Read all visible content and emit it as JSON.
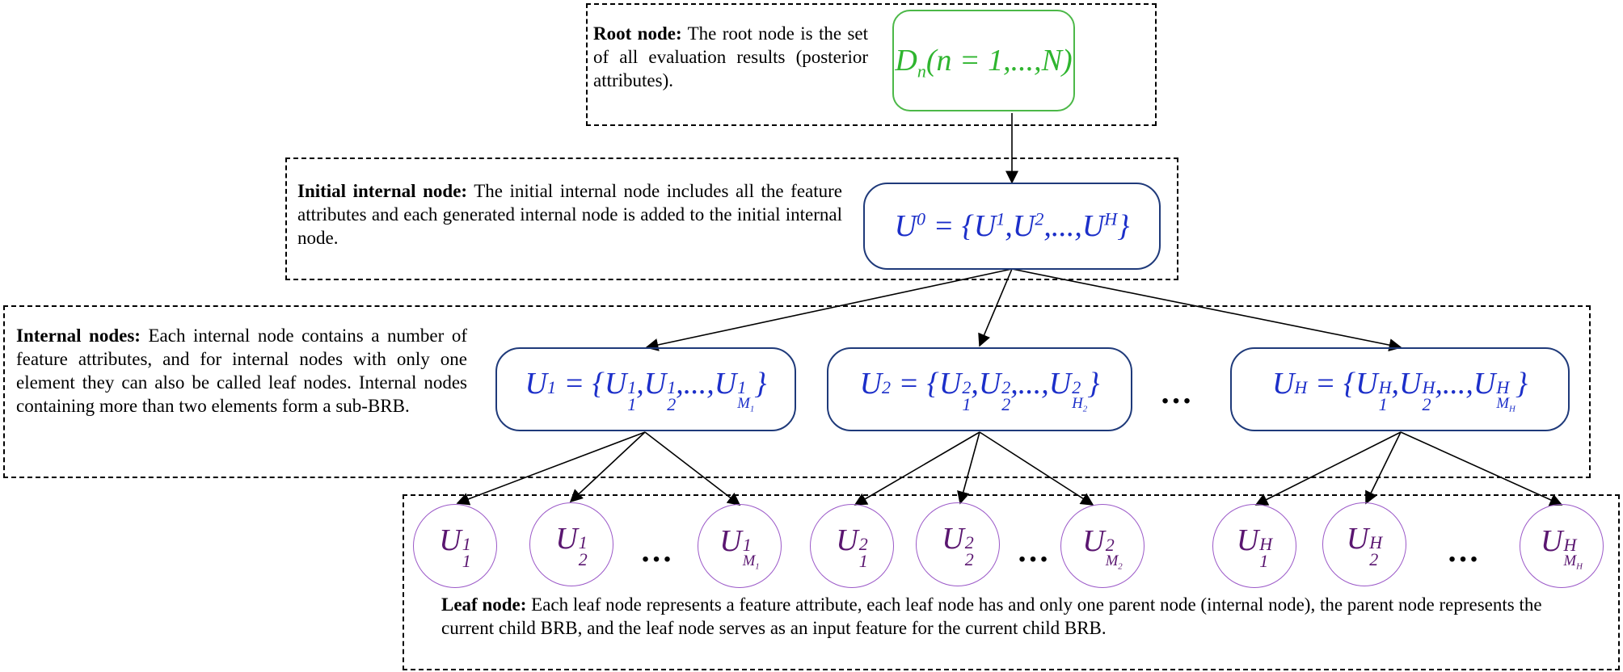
{
  "root": {
    "desc_bold": "Root node:",
    "desc_text": " The root node is the set of all evaluation results (posterior attributes).",
    "formula": "Dn(n=1,...,N)"
  },
  "initial": {
    "desc_bold": "Initial internal node:",
    "desc_text": " The initial internal node includes all the feature attributes and each generated internal node is added to the initial internal node.",
    "formula": "U0={U1,U2,...,UH}"
  },
  "internal": {
    "desc_bold": "Internal nodes:",
    "desc_text": " Each internal node contains a number of feature attributes, and for internal nodes with only one element they can also be called leaf nodes. Internal nodes containing more than two elements form a sub-BRB.",
    "nodes": [
      "U1={U11,U21,...,UM11}",
      "U2={U12,U22,...,UH22}",
      "UH={U1H,U2H,...,UMHH}"
    ],
    "ellipsis": "…"
  },
  "leaf": {
    "desc_bold": "Leaf node:",
    "desc_text": " Each leaf node represents a feature attribute, each leaf node has and only one parent node (internal node), the parent node represents the current child BRB, and the leaf node serves as an input feature for the current child BRB.",
    "nodes": [
      "U11",
      "U21",
      "UM11",
      "U12",
      "U22",
      "UM22",
      "U1H",
      "U2H",
      "UMHH"
    ],
    "ellipsis": "…"
  },
  "colors": {
    "root": "#4cb848",
    "internal": "#1f3a7a",
    "internal_text": "#1c2fc9",
    "leaf_border": "#9b59c8",
    "leaf_text": "#5a1670"
  }
}
